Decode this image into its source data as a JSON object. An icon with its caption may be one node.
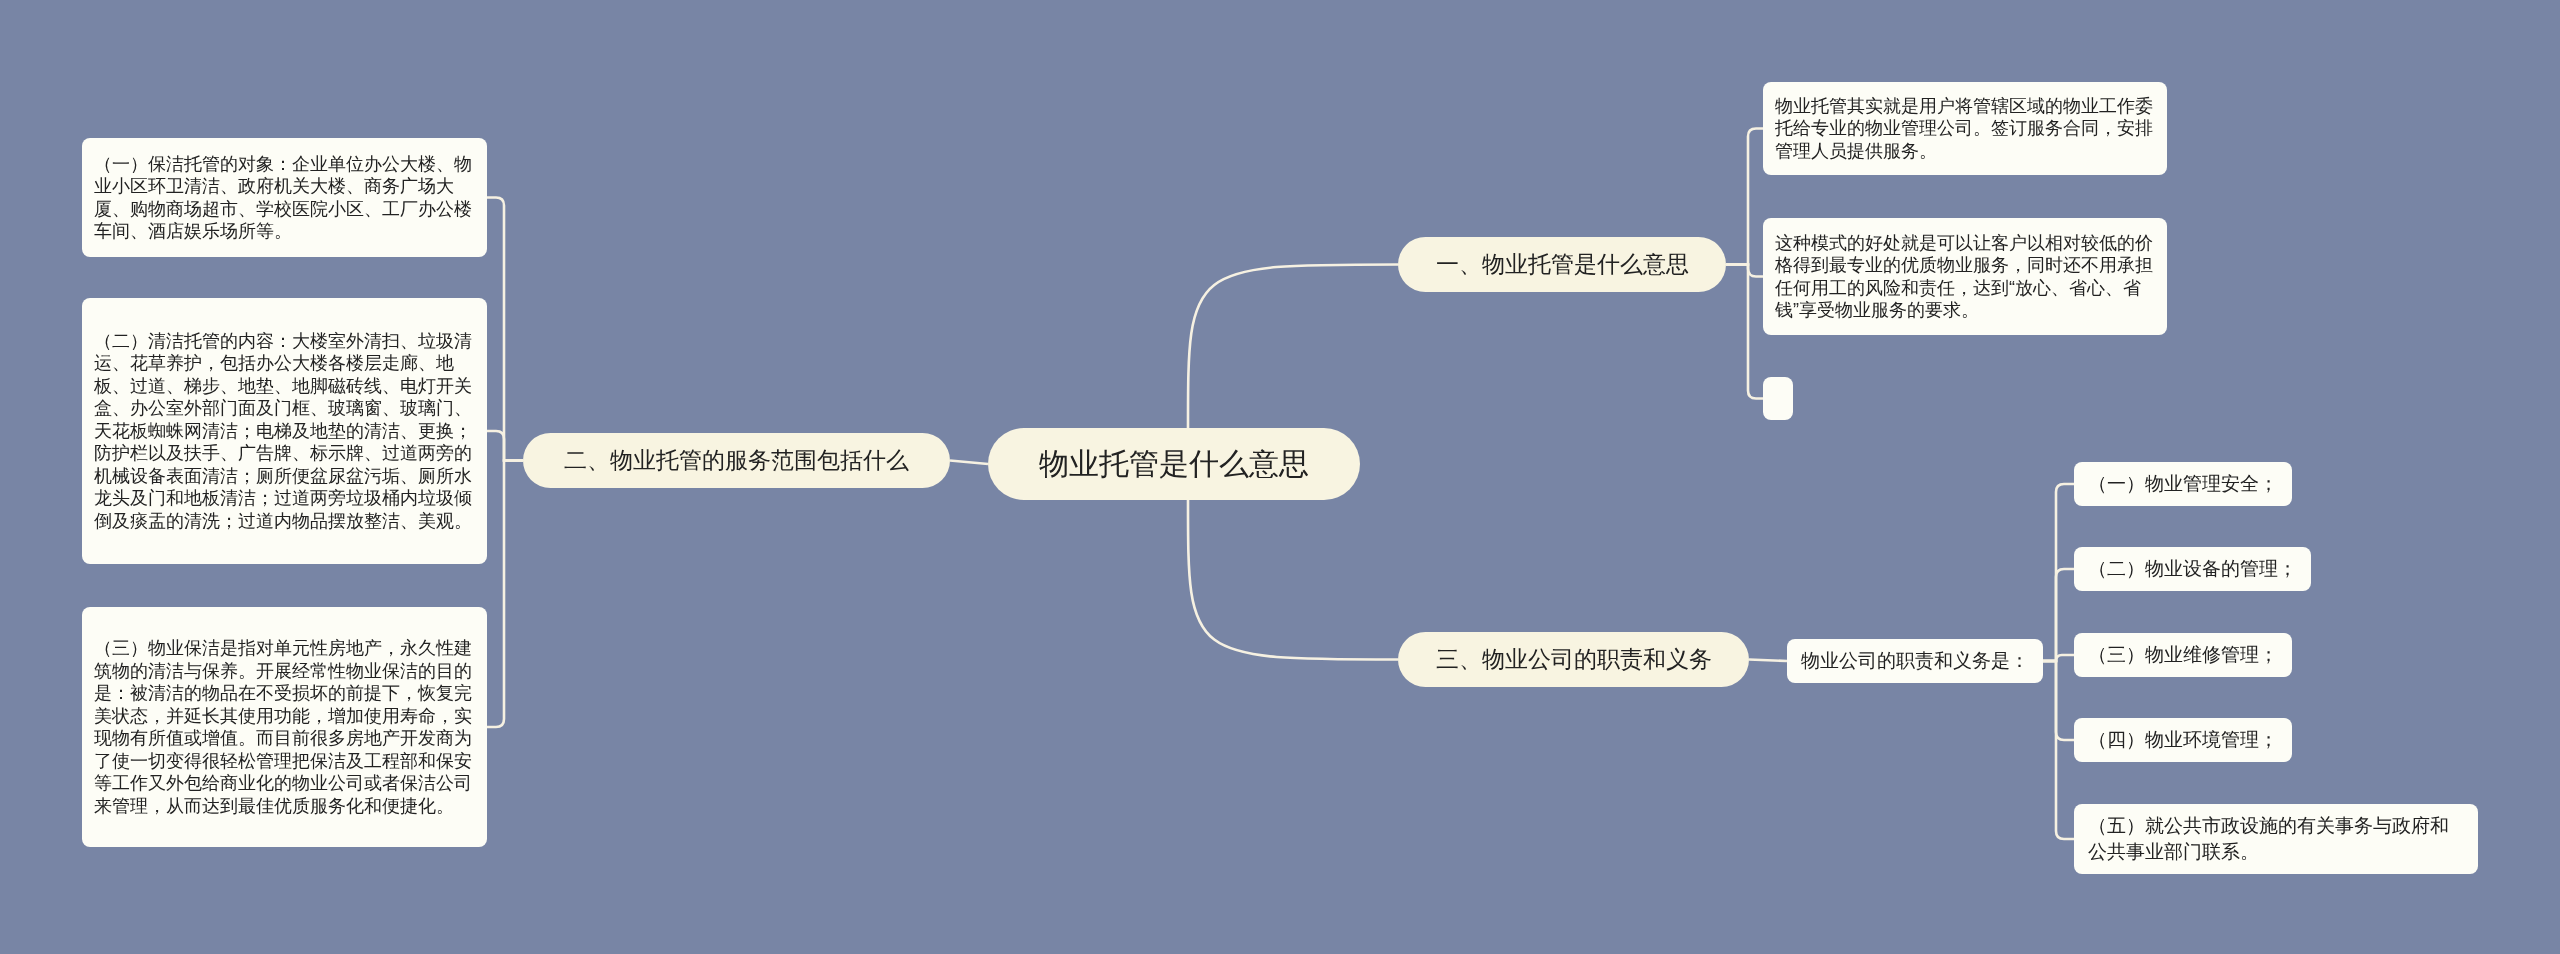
{
  "diagram": {
    "nodes": [
      {
        "text": [
          "物业托管是什么意思"
        ]
      },
      {
        "text": [
          "一、物业托管是什么意思"
        ]
      },
      {
        "text": [
          "物业托管其实就是用户将管辖区域的物业工作委托给专业的物业管理公司。签订服务合同，安排管理人员提供服务。"
        ]
      },
      {
        "text": [
          "这种模式的好处就是可以让客户以相对较低的价格得到最专业的优质物业服务，同时还不用承担任何用工的风险和责任，达到“放心、省心、省钱”享受物业服务的要求。"
        ]
      },
      {
        "text": [],
        "shape": "box"
      },
      {
        "text": [
          "二、物业托管的服务范围包括什么"
        ]
      },
      {
        "text": [
          "（一）保洁托管的对象：企业单位办公大楼、物业小区环卫清洁、政府机关大楼、商务广场大厦、购物商场超市、学校医院小区、工厂办公楼车间、酒店娱乐场所等。"
        ]
      },
      {
        "text": [
          "（二）清洁托管的内容：大楼室外清扫、垃圾清运、花草养护，包括办公大楼各楼层走廊、地板、过道、梯步、地垫、地脚磁砖线、电灯开关盒、办公室外部门面及门框、玻璃窗、玻璃门、天花板蜘蛛网清洁；电梯及地垫的清洁、更换；防护栏以及扶手、广告牌、标示牌、过道两旁的机械设备表面清洁；厕所便盆尿盆污垢、厕所水龙头及门和地板清洁；过道两旁垃圾桶内垃圾倾倒及痰盂的清洗；过道内物品摆放整洁、美观。"
        ]
      },
      {
        "text": [
          "（三）物业保洁是指对单元性房地产，永久性建筑物的清洁与保养。开展经常性物业保洁的目的是：被清洁的物品在不受损坏的前提下，恢复完美状态，并延长其使用功能，增加使用寿命，实现物有所值或增值。而目前很多房地产开发商为了使一切变得很轻松管理把保洁及工程部和保安等工作又外包给商业化的物业公司或者保洁公司来管理，从而达到最佳优质服务化和便捷化。"
        ]
      },
      {
        "text": [
          "三、物业公司的职责和义务"
        ]
      },
      {
        "text": [
          "物业公司的职责和义务是："
        ]
      },
      {
        "text": [
          "（一）物业管理安全；"
        ]
      },
      {
        "text": [
          "（二）物业设备的管理；"
        ]
      },
      {
        "text": [
          "（三）物业维修管理；"
        ]
      },
      {
        "text": [
          "（四）物业环境管理；"
        ]
      },
      {
        "text": [
          "（五）就公共市政设施的有关事务与政府和公共事业部门联系。"
        ]
      }
    ],
    "edges": [
      {
        "from": 0,
        "to": 1,
        "arrow": "none"
      },
      {
        "from": 1,
        "to": 2,
        "arrow": "none"
      },
      {
        "from": 1,
        "to": 3,
        "arrow": "none"
      },
      {
        "from": 1,
        "to": 4,
        "arrow": "none"
      },
      {
        "from": 0,
        "to": 5,
        "arrow": "none"
      },
      {
        "from": 5,
        "to": 6,
        "arrow": "none"
      },
      {
        "from": 5,
        "to": 7,
        "arrow": "none"
      },
      {
        "from": 5,
        "to": 8,
        "arrow": "none"
      },
      {
        "from": 0,
        "to": 9,
        "arrow": "none"
      },
      {
        "from": 9,
        "to": 10,
        "arrow": "none"
      },
      {
        "from": 10,
        "to": 11,
        "arrow": "none"
      },
      {
        "from": 10,
        "to": 12,
        "arrow": "none"
      },
      {
        "from": 10,
        "to": 13,
        "arrow": "none"
      },
      {
        "from": 10,
        "to": 14,
        "arrow": "none"
      },
      {
        "from": 10,
        "to": 15,
        "arrow": "none"
      }
    ]
  }
}
